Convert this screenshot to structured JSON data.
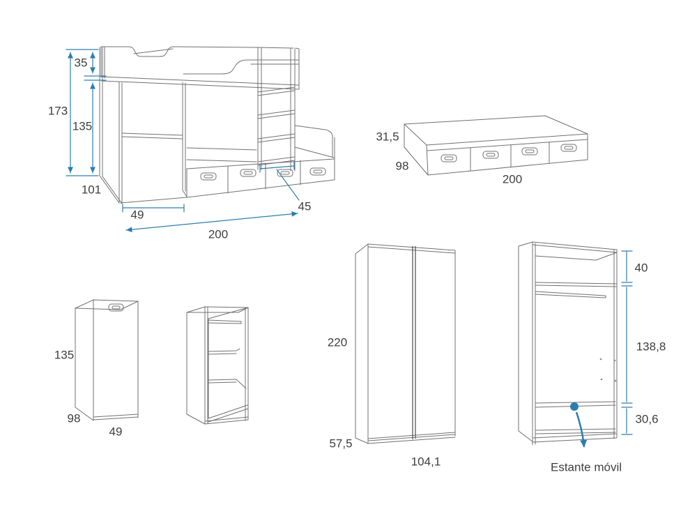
{
  "colors": {
    "dimension_blue": "#2d7daf",
    "drawing_line_gray": "#707070",
    "door_gap_dark": "#4a4a4a",
    "text": "#3e3e3e",
    "background": "#ffffff"
  },
  "loft_bed": {
    "dims": {
      "guard_rail_height": "35",
      "total_height": "173",
      "under_bed_clearance": "135",
      "depth": "101",
      "desk_width": "49",
      "total_length": "200",
      "ladder_width": "45"
    }
  },
  "trundle_drawer_base": {
    "dims": {
      "height": "31,5",
      "depth": "98",
      "length": "200"
    }
  },
  "small_cabinet": {
    "dims": {
      "height": "135",
      "depth": "98",
      "width": "49"
    }
  },
  "wardrobe": {
    "dims": {
      "height": "220",
      "depth": "57,5",
      "width": "104,1"
    }
  },
  "wardrobe_interior": {
    "dims": {
      "top_section_height": "40",
      "hanging_section_height": "138,8",
      "bottom_section_height": "30,6"
    },
    "callout": "Estante móvil"
  }
}
